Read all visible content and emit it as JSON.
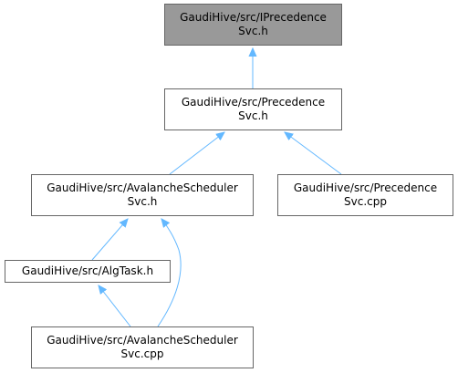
{
  "colors": {
    "edge": "#63b8ff",
    "node_border": "#666666",
    "root_fill": "#999999",
    "node_fill": "#ffffff"
  },
  "nodes": {
    "iprecedence_svc_h": {
      "line1": "GaudiHive/src/IPrecedence",
      "line2": "Svc.h"
    },
    "precedence_svc_h": {
      "line1": "GaudiHive/src/Precedence",
      "line2": "Svc.h"
    },
    "avalanche_scheduler_svc_h": {
      "line1": "GaudiHive/src/AvalancheScheduler",
      "line2": "Svc.h"
    },
    "precedence_svc_cpp": {
      "line1": "GaudiHive/src/Precedence",
      "line2": "Svc.cpp"
    },
    "alg_task_h": {
      "line1": "GaudiHive/src/AlgTask.h"
    },
    "avalanche_scheduler_svc_cpp": {
      "line1": "GaudiHive/src/AvalancheScheduler",
      "line2": "Svc.cpp"
    }
  }
}
